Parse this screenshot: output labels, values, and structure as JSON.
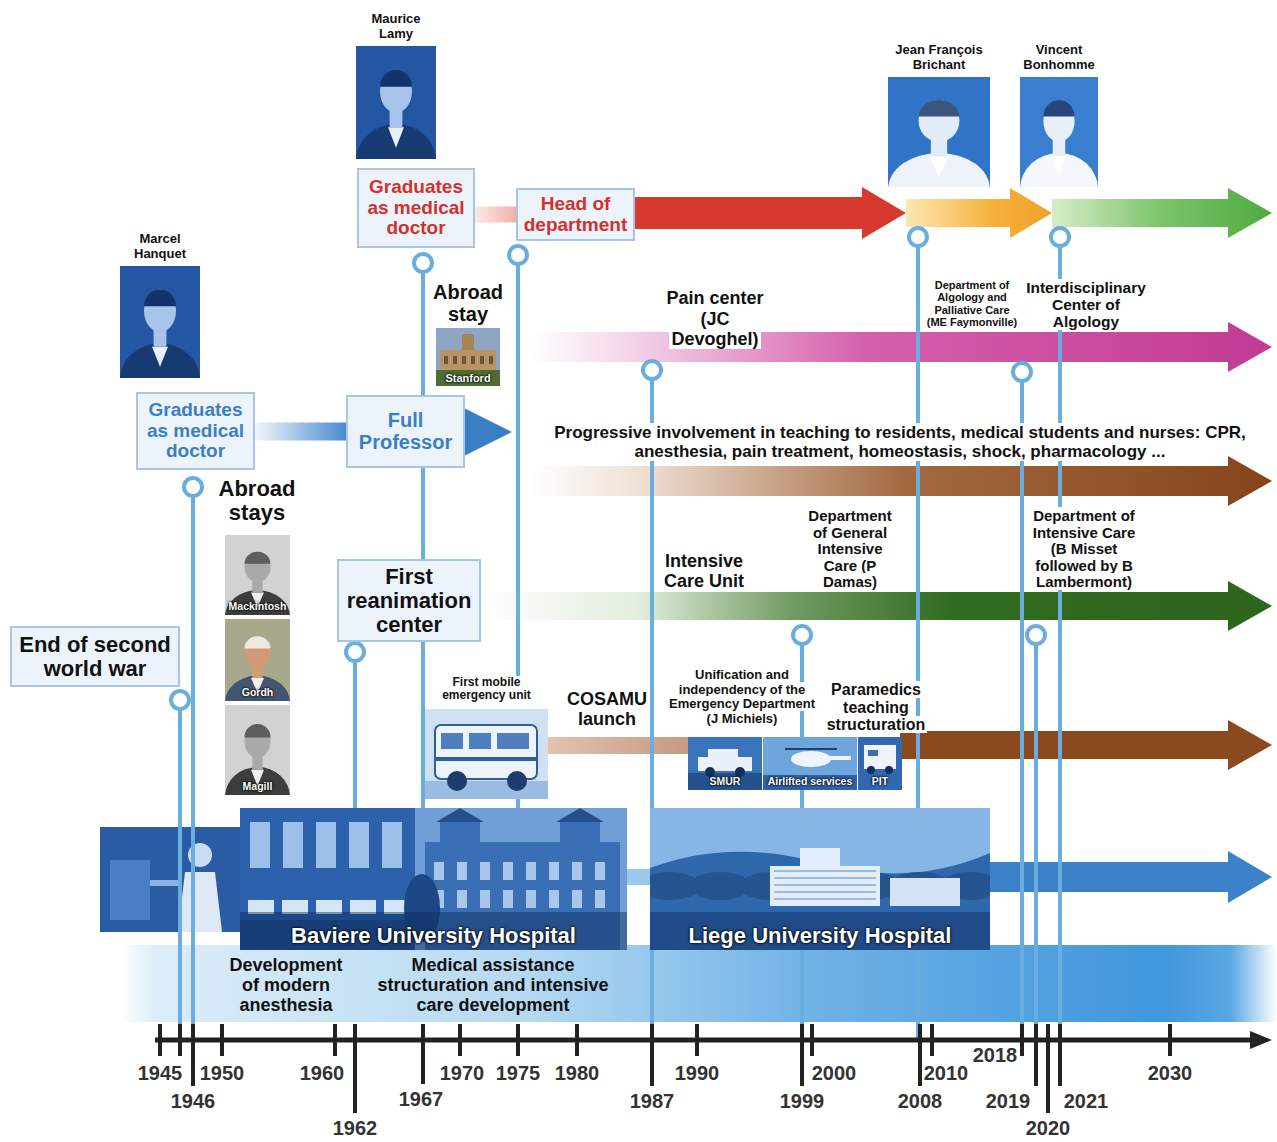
{
  "diagram": {
    "nodes": [
      {
        "text": [
          "Marcel Hanquet"
        ]
      },
      {
        "text": [
          "Graduates as medical doctor"
        ]
      },
      {
        "text": [
          "Mackintosh"
        ]
      },
      {
        "text": [
          "Gordh"
        ]
      },
      {
        "text": [
          "Magill"
        ]
      },
      {
        "text": [
          "End of second world war"
        ]
      },
      {
        "text": [
          "Maurice Lamy"
        ]
      },
      {
        "text": [
          "Graduates as medical doctor"
        ]
      },
      {
        "text": [
          "Full Professor"
        ]
      },
      {
        "text": [
          "First reanimation center"
        ]
      },
      {
        "text": [
          "Abroad stay",
          "Stanford"
        ]
      },
      {
        "text": [
          "Head of department"
        ]
      },
      {
        "text": [
          "First mobile emergency unit"
        ]
      },
      {
        "text": [
          "Jean François Brichant"
        ]
      },
      {
        "text": [
          "Vincent Bonhomme"
        ]
      },
      {
        "text": [
          "SMUR"
        ]
      },
      {
        "text": [
          "Airlifted services"
        ]
      },
      {
        "text": [
          "PIT"
        ]
      },
      {
        "text": [
          "Baviere University Hospital"
        ]
      },
      {
        "text": [
          "Liege University Hospital"
        ]
      }
    ],
    "edges": [
      {
        "from": 1,
        "to": 8,
        "arrow": "none"
      },
      {
        "from": 7,
        "to": 11,
        "arrow": "none"
      }
    ],
    "labels": [
      "Abroad stays",
      "Pain center (JC Devoghel)",
      "Department of Algology and Palliative Care (ME Faymonville)",
      "Interdisciplinary Center of Algology",
      "Progressive involvement in teaching to residents, medical students and nurses: CPR, anesthesia, pain treatment, homeostasis, shock, pharmacology ...",
      "Intensive Care Unit",
      "Department of General Intensive Care (P Damas)",
      "Department of Intensive Care (B Misset followed by B Lambermont)",
      "COSAMU launch",
      "Unification and independency of the Emergency Department (J Michiels)",
      "Paramedics teaching structuration",
      "Development of modern anesthesia",
      "Medical assistance structuration and intensive care development",
      "1945",
      "1946",
      "1950",
      "1960",
      "1962",
      "1967",
      "1970",
      "1975",
      "1980",
      "1987",
      "1990",
      "1999",
      "2000",
      "2008",
      "2010",
      "2018",
      "2019",
      "2020",
      "2021",
      "2030"
    ]
  }
}
